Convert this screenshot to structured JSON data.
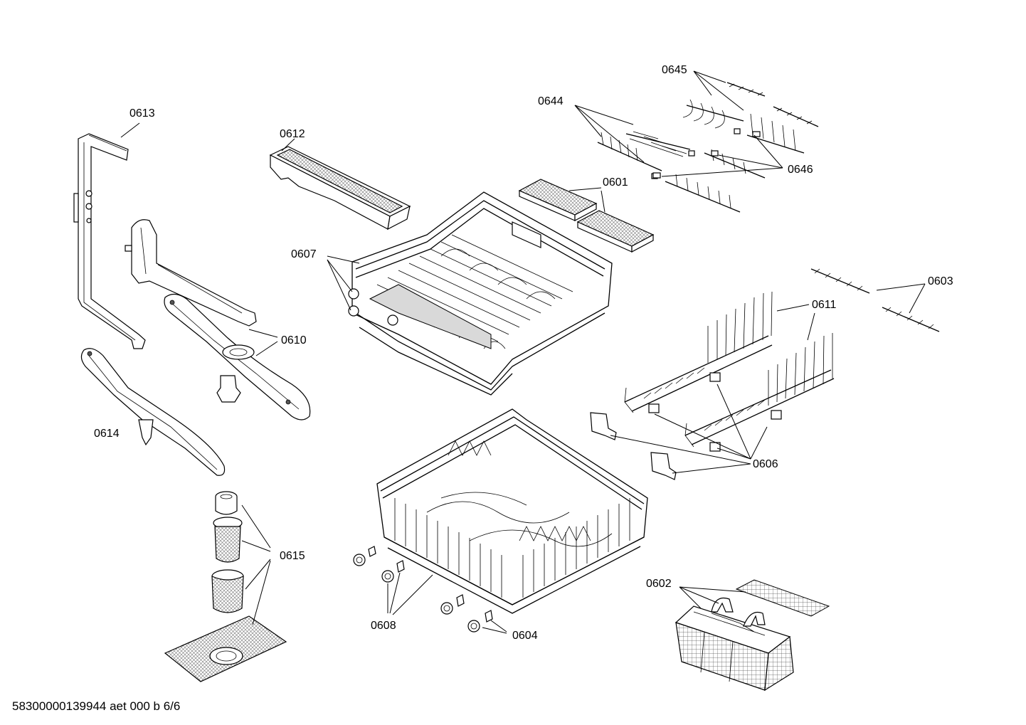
{
  "diagram": {
    "labels": {
      "p0601": "0601",
      "p0602": "0602",
      "p0603": "0603",
      "p0604": "0604",
      "p0606": "0606",
      "p0607": "0607",
      "p0608": "0608",
      "p0610": "0610",
      "p0611": "0611",
      "p0612": "0612",
      "p0613": "0613",
      "p0614": "0614",
      "p0615": "0615",
      "p0644": "0644",
      "p0645": "0645",
      "p0646": "0646"
    },
    "footer": "58300000139944 aet 000 b 6/6"
  }
}
